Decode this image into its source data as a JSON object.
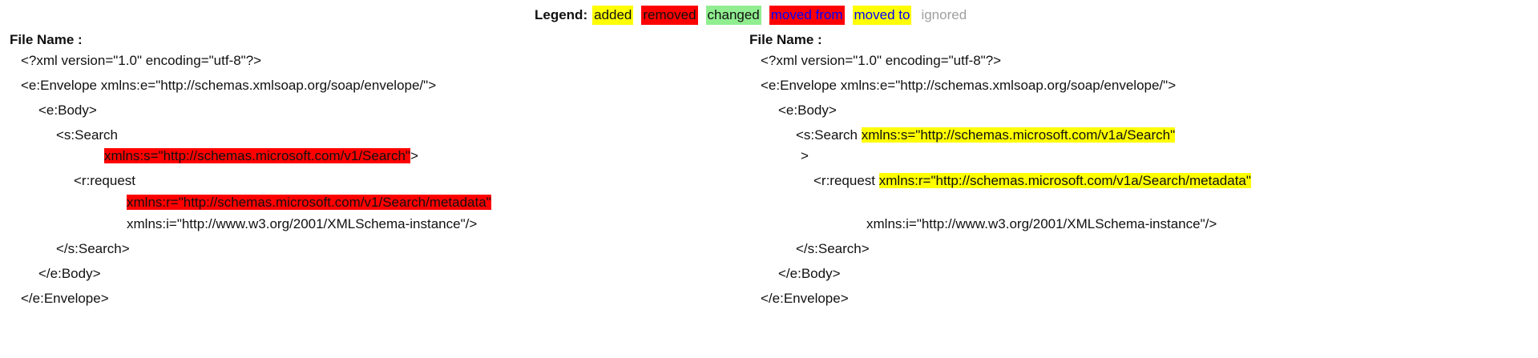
{
  "legend": {
    "title": "Legend:",
    "items": [
      {
        "label": "added",
        "color": "#ffff00"
      },
      {
        "label": "removed",
        "color": "#ff0000"
      },
      {
        "label": "changed",
        "color": "#90ee90"
      },
      {
        "label": "moved from",
        "color": "#ff0000"
      },
      {
        "label": "moved to",
        "color": "#ffff00"
      },
      {
        "label": "ignored",
        "color": "#a0a0a0"
      }
    ]
  },
  "left": {
    "file_name": "File Name :",
    "lines": {
      "xml_decl": "<?xml version=\"1.0\" encoding=\"utf-8\"?>",
      "envelope_open": "<e:Envelope xmlns:e=\"http://schemas.xmlsoap.org/soap/envelope/\">",
      "body_open": "<e:Body>",
      "search_open": "<s:Search",
      "search_ns": "xmlns:s=\"http://schemas.microsoft.com/v1/Search\"",
      "search_close_bracket": ">",
      "request_open": "<r:request",
      "request_ns": "xmlns:r=\"http://schemas.microsoft.com/v1/Search/metadata\"",
      "request_xmlns_i": "xmlns:i=\"http://www.w3.org/2001/XMLSchema-instance\"/>",
      "search_close": "</s:Search>",
      "body_close": "</e:Body>",
      "envelope_close": "</e:Envelope>"
    }
  },
  "right": {
    "file_name": "File Name :",
    "lines": {
      "xml_decl": "<?xml version=\"1.0\" encoding=\"utf-8\"?>",
      "envelope_open": "<e:Envelope xmlns:e=\"http://schemas.xmlsoap.org/soap/envelope/\">",
      "body_open": "<e:Body>",
      "search_open": "<s:Search",
      "search_ns": "xmlns:s=\"http://schemas.microsoft.com/v1a/Search\"",
      "search_close_bracket": ">",
      "request_open": "<r:request",
      "request_ns": "xmlns:r=\"http://schemas.microsoft.com/v1a/Search/metadata\"",
      "request_xmlns_i": "xmlns:i=\"http://www.w3.org/2001/XMLSchema-instance\"/>",
      "search_close": "</s:Search>",
      "body_close": "</e:Body>",
      "envelope_close": "</e:Envelope>"
    }
  }
}
